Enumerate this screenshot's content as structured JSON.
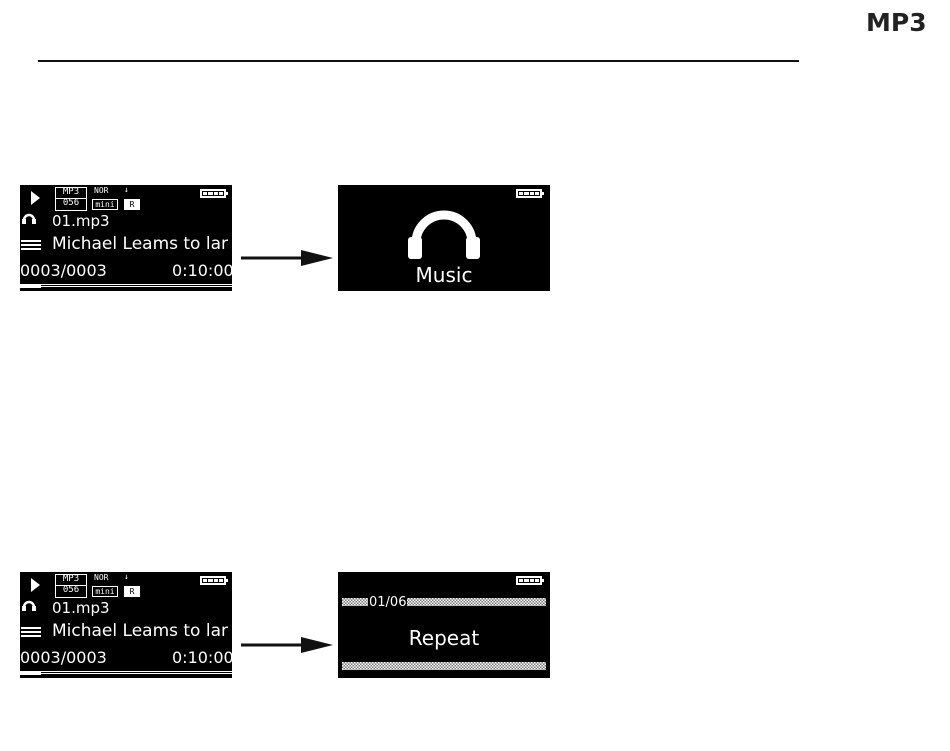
{
  "header": {
    "title": "MP3"
  },
  "player": {
    "format_top": "MP3",
    "format_bottom": "056",
    "eq_top": "NOR",
    "eq_bottom": "mini",
    "rep_top": "↓",
    "rep_bottom": "R",
    "filename": "01.mp3",
    "song_title": "Michael Leams to lar",
    "track_counter": "0003/0003",
    "time": "0:10:00",
    "progress_fraction": 0.1
  },
  "screens": [
    {
      "name": "music",
      "label": "Music"
    },
    {
      "name": "repeat",
      "counter": "01/06",
      "label": "Repeat"
    }
  ],
  "colors": {
    "screen_bg": "#000000",
    "screen_fg": "#ffffff",
    "page_bg": "#ffffff"
  },
  "icons": [
    "play-icon",
    "headphone-icon",
    "list-icon",
    "battery-icon",
    "arrow-right-icon"
  ]
}
